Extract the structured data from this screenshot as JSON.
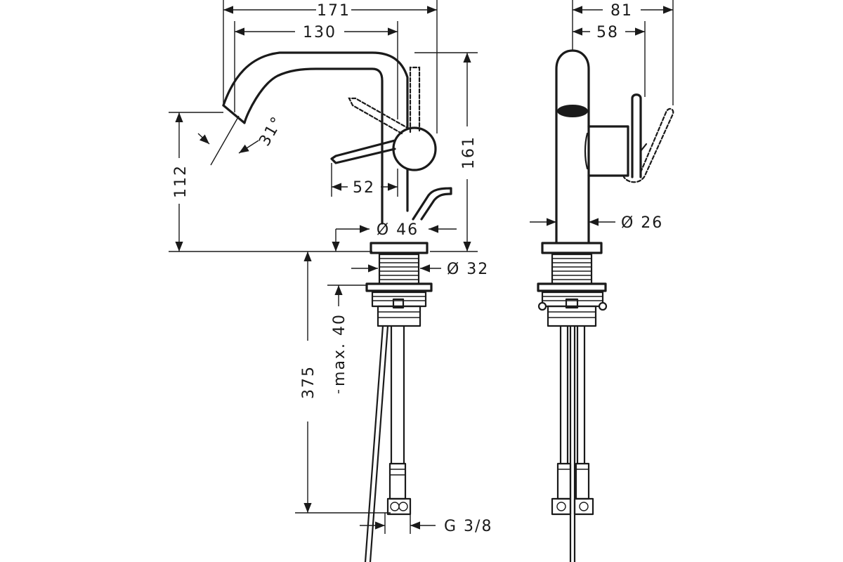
{
  "drawing": {
    "dimensions": {
      "width_total": "171",
      "width_spout": "130",
      "height_spout": "161",
      "height_outlet": "112",
      "angle": "31°",
      "handle_offset": "52",
      "base_diameter": "Ø 46",
      "thread_diameter": "Ø 32",
      "mount_depth": "375",
      "counter_thickness": "max. 40",
      "connection": "G 3/8",
      "side_depth_total": "81",
      "side_depth_handle": "58",
      "body_diameter": "Ø 26"
    }
  }
}
